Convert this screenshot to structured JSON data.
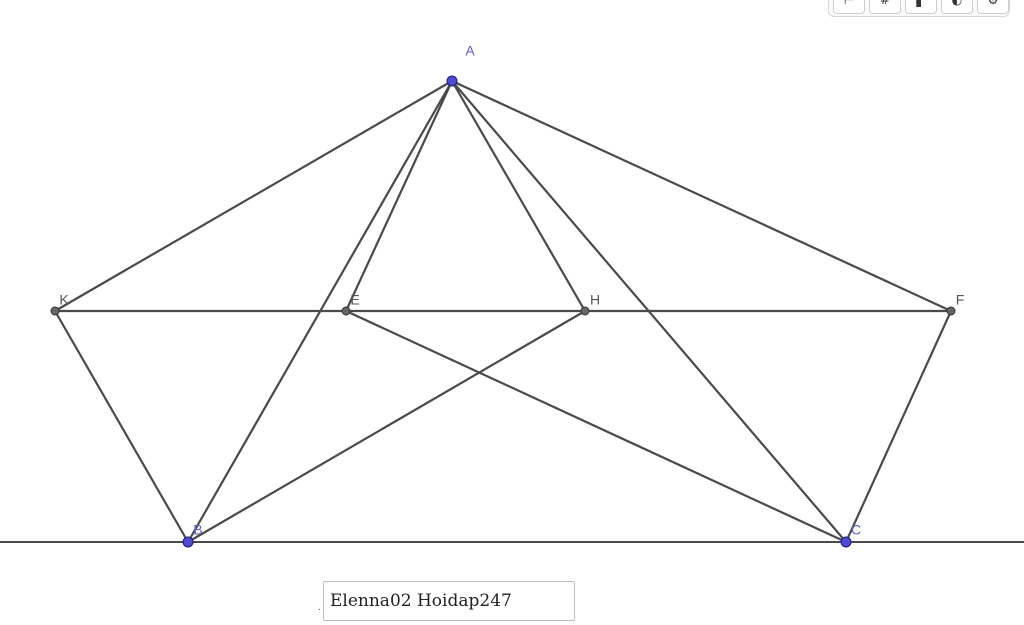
{
  "toolbar": {
    "buttons": [
      {
        "icon": "style-bar-toggle-icon",
        "glyph": "⊢"
      },
      {
        "icon": "grid-icon",
        "glyph": "#"
      },
      {
        "icon": "point-capturing-icon",
        "glyph": "▖"
      },
      {
        "icon": "camera-view-icon",
        "glyph": "◐"
      },
      {
        "icon": "settings-gear-icon",
        "glyph": "⚙"
      }
    ]
  },
  "points": {
    "A": {
      "label": "A",
      "color": "#5c5cdb",
      "free": true
    },
    "B": {
      "label": "B",
      "color": "#5c5cdb",
      "free": true
    },
    "C": {
      "label": "C",
      "color": "#5c5cdb",
      "free": true
    },
    "K": {
      "label": "K",
      "color": "#555555",
      "free": false
    },
    "E": {
      "label": "E",
      "color": "#555555",
      "free": false
    },
    "H": {
      "label": "H",
      "color": "#555555",
      "free": false
    },
    "F": {
      "label": "F",
      "color": "#555555",
      "free": false
    }
  },
  "segments": [
    [
      "A",
      "K"
    ],
    [
      "A",
      "E"
    ],
    [
      "A",
      "H"
    ],
    [
      "A",
      "F"
    ],
    [
      "A",
      "B"
    ],
    [
      "A",
      "C"
    ],
    [
      "K",
      "F"
    ],
    [
      "K",
      "B"
    ],
    [
      "F",
      "C"
    ],
    [
      "B",
      "H"
    ],
    [
      "E",
      "C"
    ]
  ],
  "line_BC": [
    "B",
    "C"
  ],
  "input_box": {
    "text": "Elenna02 Hoidap247",
    "prefix": "."
  },
  "colors": {
    "segment": "#4a4a4a",
    "free_point_fill": "#4b4bd6",
    "dependent_point_fill": "#666666"
  }
}
